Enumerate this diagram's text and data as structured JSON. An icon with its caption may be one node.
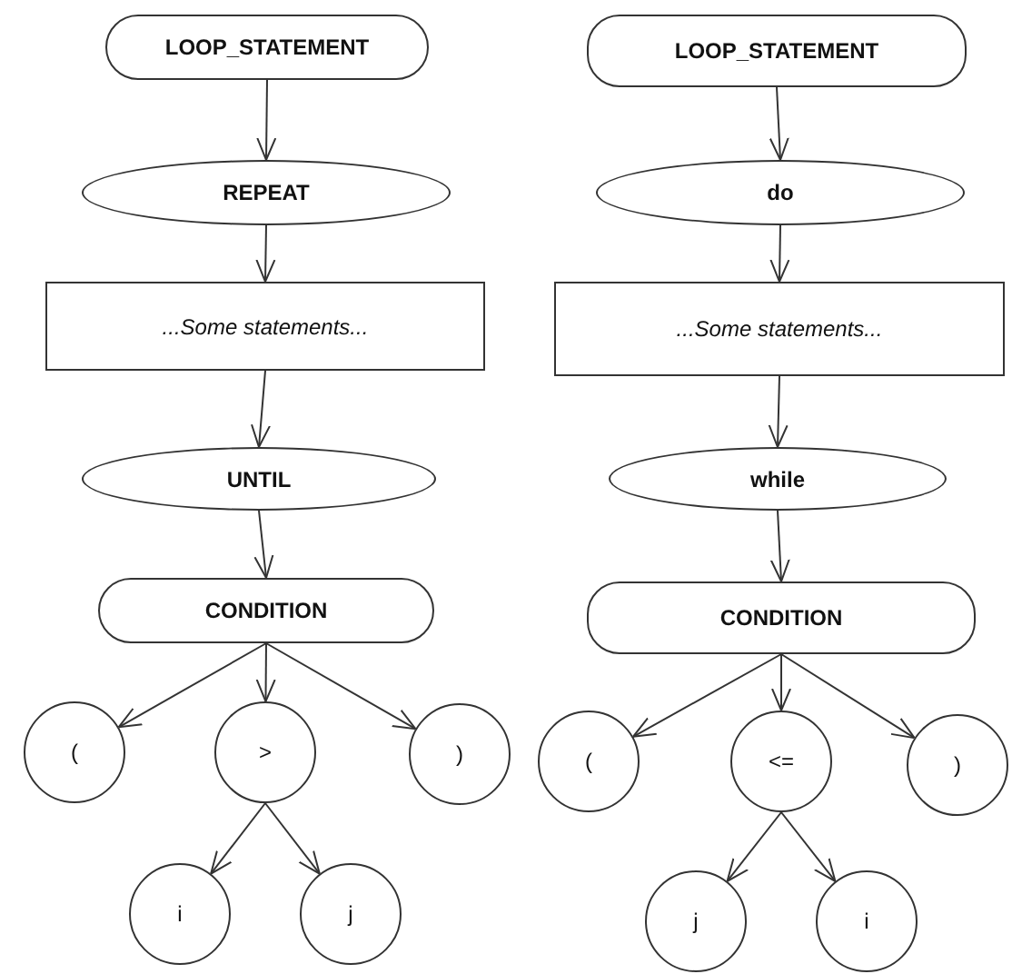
{
  "diagram": {
    "nodes": [
      {
        "text": [
          "LOOP_STATEMENT"
        ]
      },
      {
        "text": [
          "REPEAT"
        ]
      },
      {
        "text": [
          "...Some statements..."
        ]
      },
      {
        "text": [
          "UNTIL"
        ]
      },
      {
        "text": [
          "CONDITION"
        ]
      },
      {
        "text": [
          "("
        ]
      },
      {
        "text": [
          ">"
        ]
      },
      {
        "text": [
          ")"
        ]
      },
      {
        "text": [
          "i"
        ]
      },
      {
        "text": [
          "j"
        ]
      },
      {
        "text": [
          "LOOP_STATEMENT"
        ]
      },
      {
        "text": [
          "do"
        ]
      },
      {
        "text": [
          "...Some statements..."
        ]
      },
      {
        "text": [
          "while"
        ]
      },
      {
        "text": [
          "CONDITION"
        ]
      },
      {
        "text": [
          "("
        ]
      },
      {
        "text": [
          "<="
        ]
      },
      {
        "text": [
          ")"
        ]
      },
      {
        "text": [
          "j"
        ]
      },
      {
        "text": [
          "i"
        ]
      }
    ],
    "edges": [
      {
        "from": 0,
        "to": 1,
        "arrow": "to"
      },
      {
        "from": 1,
        "to": 2,
        "arrow": "to"
      },
      {
        "from": 2,
        "to": 3,
        "arrow": "to"
      },
      {
        "from": 3,
        "to": 4,
        "arrow": "to"
      },
      {
        "from": 4,
        "to": 5,
        "arrow": "to"
      },
      {
        "from": 4,
        "to": 6,
        "arrow": "to"
      },
      {
        "from": 4,
        "to": 7,
        "arrow": "to"
      },
      {
        "from": 6,
        "to": 8,
        "arrow": "to"
      },
      {
        "from": 6,
        "to": 9,
        "arrow": "to"
      },
      {
        "from": 10,
        "to": 11,
        "arrow": "to"
      },
      {
        "from": 11,
        "to": 12,
        "arrow": "to"
      },
      {
        "from": 12,
        "to": 13,
        "arrow": "to"
      },
      {
        "from": 13,
        "to": 14,
        "arrow": "to"
      },
      {
        "from": 14,
        "to": 15,
        "arrow": "to"
      },
      {
        "from": 14,
        "to": 16,
        "arrow": "to"
      },
      {
        "from": 14,
        "to": 17,
        "arrow": "to"
      },
      {
        "from": 16,
        "to": 18,
        "arrow": "to"
      },
      {
        "from": 16,
        "to": 19,
        "arrow": "to"
      }
    ]
  }
}
